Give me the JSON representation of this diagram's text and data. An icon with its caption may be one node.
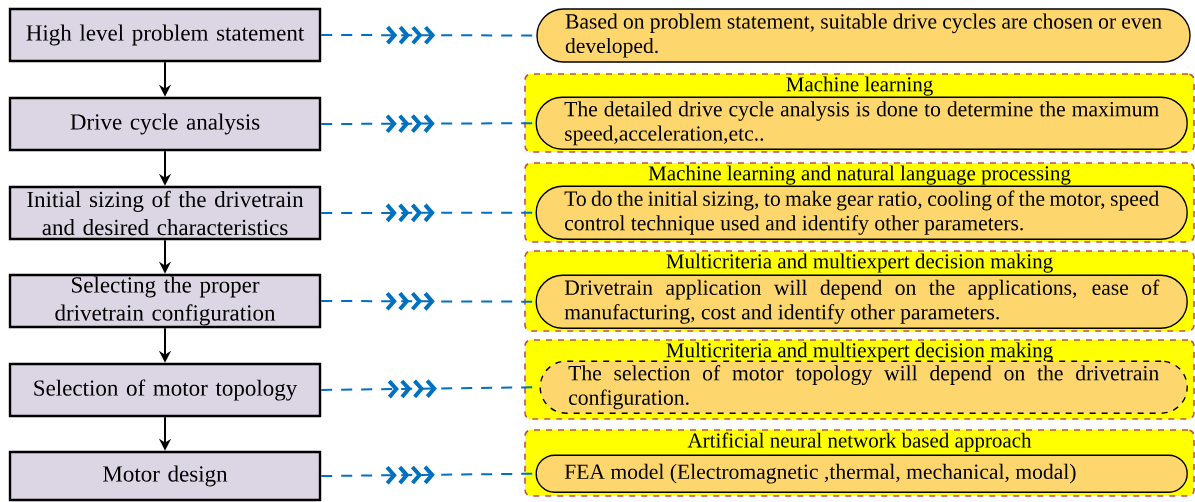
{
  "diagram": {
    "nodes": [
      {
        "text": [
          "High level problem statement"
        ]
      },
      {
        "text": [
          "Drive cycle analysis"
        ]
      },
      {
        "text": [
          "Initial sizing of the drivetrain and desired characteristics"
        ]
      },
      {
        "text": [
          "Selecting the proper drivetrain configuration"
        ]
      },
      {
        "text": [
          "Selection of motor topology"
        ]
      },
      {
        "text": [
          "Motor design"
        ]
      },
      {
        "text": [
          "Based on problem statement, suitable drive cycles are chosen or even developed."
        ]
      },
      {
        "text": [
          "Machine learning"
        ]
      },
      {
        "text": [
          "The detailed drive cycle analysis is done to determine the maximum speed,acceleration,etc.."
        ],
        "in": 7
      },
      {
        "text": [
          "Machine learning and natural language processing"
        ]
      },
      {
        "text": [
          "To do the initial sizing, to make gear ratio, cooling of the motor, speed control technique used and identify other parameters."
        ],
        "in": 9
      },
      {
        "text": [
          "Multicriteria and multiexpert decision making"
        ]
      },
      {
        "text": [
          "Drivetrain application will depend on the applications, ease of manufacturing, cost and identify other parameters."
        ],
        "in": 11
      },
      {
        "text": [
          "Multicriteria and multiexpert decision making"
        ]
      },
      {
        "text": [
          "The selection of motor topology will depend on the drivetrain configuration."
        ],
        "in": 13
      },
      {
        "text": [
          "Artificial neural network based approach"
        ]
      },
      {
        "text": [
          "FEA model (Electromagnetic ,thermal, mechanical, modal)"
        ],
        "in": 15
      }
    ],
    "edges": [
      {
        "from": 0,
        "to": 1,
        "arrow": "to",
        "color": "#000000"
      },
      {
        "from": 1,
        "to": 2,
        "arrow": "to",
        "color": "#000000"
      },
      {
        "from": 2,
        "to": 3,
        "arrow": "to",
        "color": "#000000"
      },
      {
        "from": 3,
        "to": 4,
        "arrow": "to",
        "color": "#000000"
      },
      {
        "from": 4,
        "to": 5,
        "arrow": "to",
        "color": "#000000"
      },
      {
        "from": 0,
        "to": 6,
        "arrow": "to",
        "style": "dashed",
        "color": "#0070c0"
      },
      {
        "from": 1,
        "to": 8,
        "arrow": "to",
        "style": "dashed",
        "color": "#0070c0"
      },
      {
        "from": 2,
        "to": 10,
        "arrow": "to",
        "style": "dashed",
        "color": "#0070c0"
      },
      {
        "from": 3,
        "to": 12,
        "arrow": "to",
        "style": "dashed",
        "color": "#0070c0"
      },
      {
        "from": 4,
        "to": 14,
        "arrow": "to",
        "style": "dashed",
        "color": "#0070c0"
      },
      {
        "from": 5,
        "to": 16,
        "arrow": "to",
        "style": "dashed",
        "color": "#0070c0"
      }
    ]
  }
}
